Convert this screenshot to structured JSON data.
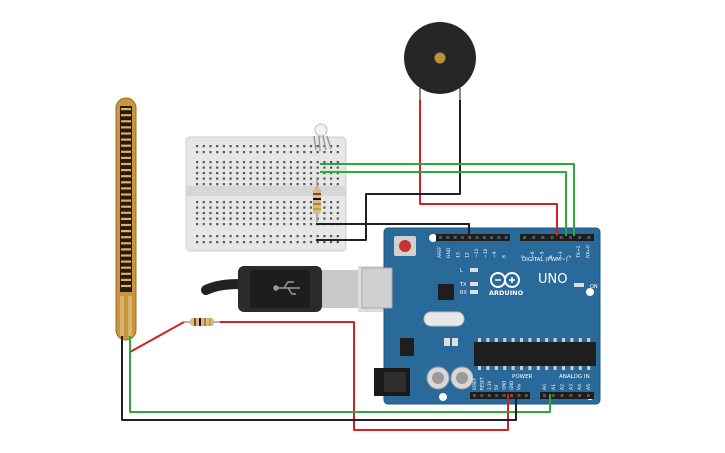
{
  "board": {
    "brand": "ARDUINO",
    "model": "UNO",
    "digital_header": "DIGITAL (PWM~)",
    "analog_header": "ANALOG IN",
    "power_header": "POWER",
    "on_label": "ON",
    "led_labels": [
      "L",
      "TX",
      "RX"
    ],
    "digital_pins": [
      "AREF",
      "GND",
      "13",
      "12",
      "~11",
      "~10",
      "~9",
      "8",
      "7",
      "~6",
      "~5",
      "4",
      "~3",
      "2",
      "TX→1",
      "RX←0"
    ],
    "power_pins": [
      "IOREF",
      "RESET",
      "3.3V",
      "5V",
      "GND",
      "GND",
      "Vin"
    ],
    "analog_pins": [
      "A0",
      "A1",
      "A2",
      "A3",
      "A4",
      "A5"
    ]
  },
  "colors": {
    "board": "#2a6a9a",
    "breadboard": "#e6e6e6",
    "wire_red": "#d42020",
    "wire_green": "#2eaa3a",
    "wire_black": "#202020",
    "flex_sensor": "#c8963c",
    "buzzer": "#262626"
  },
  "components": [
    "flex-sensor",
    "resistor",
    "piezo-buzzer",
    "rgb-led",
    "breadboard",
    "usb-cable",
    "arduino-uno"
  ]
}
